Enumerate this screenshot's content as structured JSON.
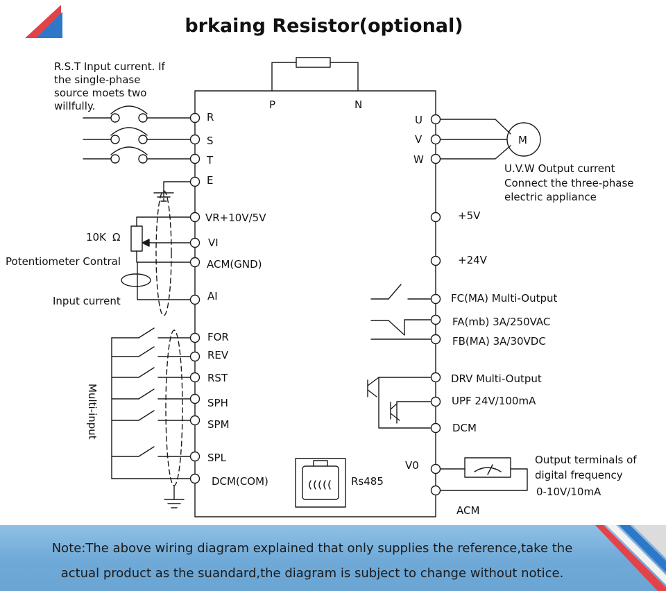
{
  "title": "brkaing Resistor(optional)",
  "left_annotations": {
    "rst_note": [
      "R.S.T Input current. If",
      "the single-phase",
      "source moets two",
      "willfully."
    ],
    "resistor_value": "10K",
    "ohm_symbol": "Ω",
    "potentiometer": "Potentiometer Contral",
    "input_current": "Input current",
    "multi_input": "Multi-input"
  },
  "left_terminals": [
    "R",
    "S",
    "T",
    "E",
    "VR+10V/5V",
    "VI",
    "ACM(GND)",
    "AI",
    "FOR",
    "REV",
    "RST",
    "SPH",
    "SPM",
    "SPL",
    "DCM(COM)"
  ],
  "top_terminals": {
    "p": "P",
    "n": "N"
  },
  "motor": "M",
  "right_terminals": {
    "u": "U",
    "v": "V",
    "w": "W",
    "p5v": "+5V",
    "p24v": "+24V",
    "fc": "FC(MA)  Multi-Output",
    "fa": "FA(mb)  3A/250VAC",
    "fb": "FB(MA)  3A/30VDC",
    "drv": "DRV   Multi-Output",
    "upf": "UPF   24V/100mA",
    "dcm": "DCM",
    "v0": "V0",
    "acm": "ACM"
  },
  "uvw_note": [
    "U.V.W Output current",
    "Connect the three-phase",
    "electric appliance"
  ],
  "freq_note": [
    "Output terminals of",
    "digital frequency",
    "0-10V/10mA"
  ],
  "rs485": "Rs485",
  "note": [
    "Note:The above wiring diagram explained that only supplies the reference,take the",
    "actual product as the suandard,the diagram is subject to change without notice."
  ],
  "colors": {
    "banner": "#78b0dc",
    "stripe_red": "#e2434b",
    "stripe_blue": "#2f78c8",
    "stripe_white": "#f2f2f2",
    "line": "#1a1a1a"
  }
}
